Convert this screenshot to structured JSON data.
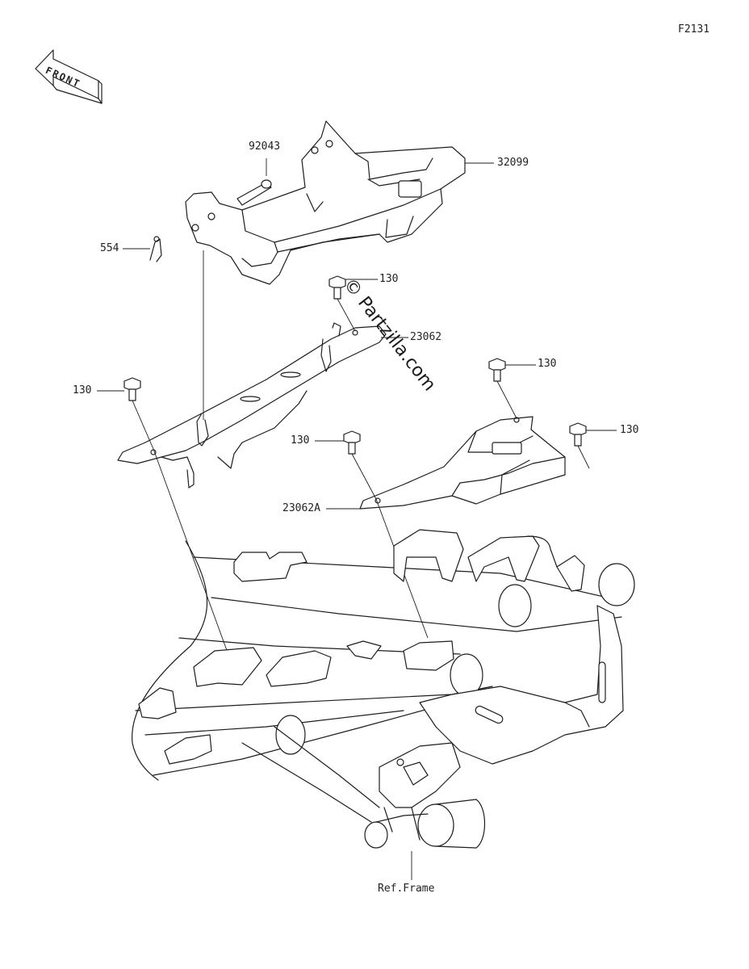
{
  "diagram_code": "F2131",
  "front_label": "FRONT",
  "watermark": "© Partzilla.com",
  "callouts": {
    "p32099": "32099",
    "p92043": "92043",
    "p554": "554",
    "p130_top": "130",
    "p23062": "23062",
    "p130_right_top": "130",
    "p130_left": "130",
    "p130_mid": "130",
    "p130_right": "130",
    "p23062A": "23062A",
    "ref_frame": "Ref.Frame"
  },
  "colors": {
    "line": "#1e1e1e",
    "text": "#222222",
    "background": "#ffffff"
  }
}
